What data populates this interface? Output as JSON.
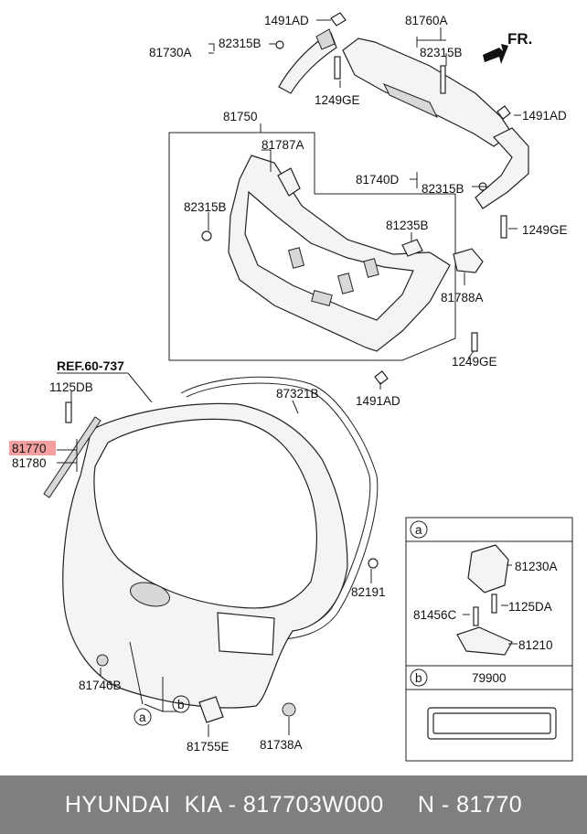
{
  "labels": {
    "l1491ad_top": "1491AD",
    "l81760a": "81760A",
    "l81730a": "81730A",
    "l82315b_a": "82315B",
    "l82315b_b": "82315B",
    "l1249ge_top": "1249GE",
    "fr": "FR.",
    "l1491ad_right": "1491AD",
    "l81750": "81750",
    "l81787a": "81787A",
    "l81740d": "81740D",
    "l82315b_c": "82315B",
    "l82315b_d": "82315B",
    "l1249ge_right": "1249GE",
    "l81235b": "81235B",
    "l81788a": "81788A",
    "l1249ge_bottom": "1249GE",
    "l1491ad_bottom": "1491AD",
    "ref": "REF.60-737",
    "l1125db": "1125DB",
    "l81770": "81770",
    "l81780": "81780",
    "l87321b": "87321B",
    "l82191": "82191",
    "l81746b": "81746B",
    "callout_a": "a",
    "callout_b": "b",
    "l81755e": "81755E",
    "l81738a": "81738A",
    "inset_a_letter": "a",
    "l81230a": "81230A",
    "l81456c": "81456C",
    "l1125da": "1125DA",
    "l81210": "81210",
    "inset_b_letter": "b",
    "l79900": "79900"
  },
  "footer": {
    "text": "HYUNDAI  KIA - 817703W000     N - 81770"
  },
  "colors": {
    "highlight": "#f4a0a0",
    "footer_bg": "#7f7f7f",
    "footer_text": "#ffffff"
  }
}
